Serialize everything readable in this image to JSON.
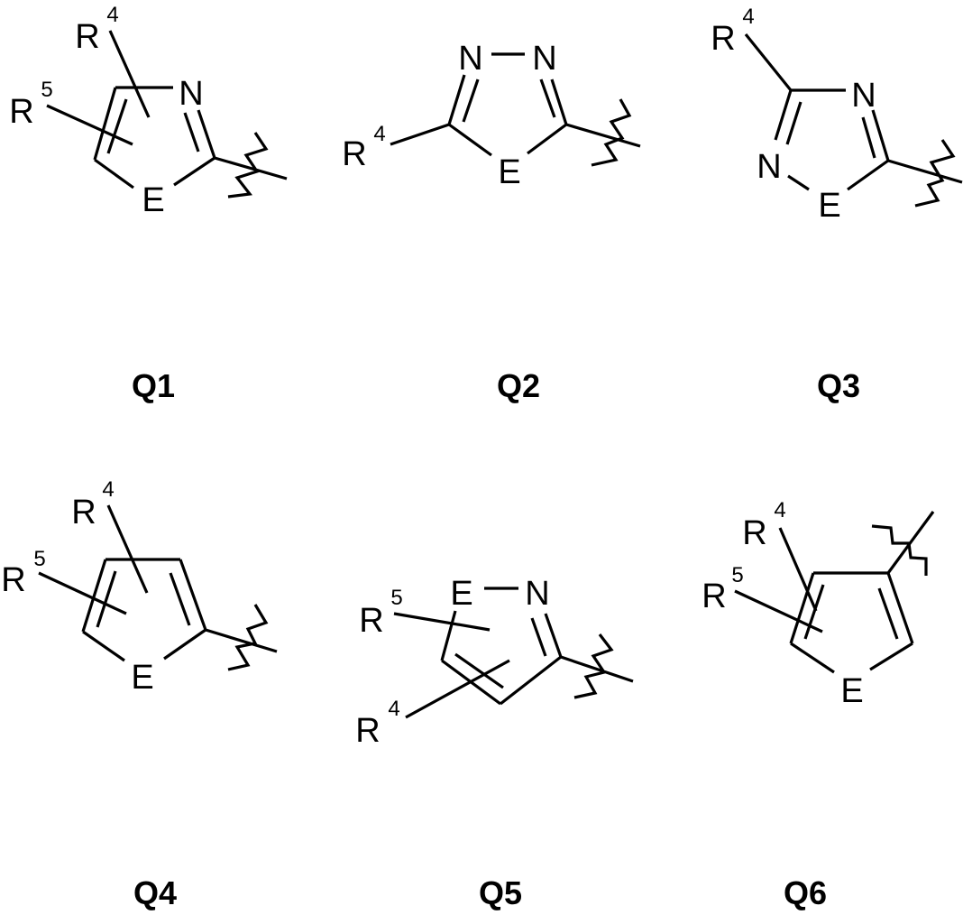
{
  "structures": [
    {
      "label": "Q1",
      "atoms": {
        "n": "N",
        "e": "E",
        "r4": "R",
        "r4_sup": "4",
        "r5": "R",
        "r5_sup": "5"
      }
    },
    {
      "label": "Q2",
      "atoms": {
        "n1": "N",
        "n2": "N",
        "e": "E",
        "r4": "R",
        "r4_sup": "4"
      }
    },
    {
      "label": "Q3",
      "atoms": {
        "n1": "N",
        "n2": "N",
        "e": "E",
        "r4": "R",
        "r4_sup": "4"
      }
    },
    {
      "label": "Q4",
      "atoms": {
        "e": "E",
        "r4": "R",
        "r4_sup": "4",
        "r5": "R",
        "r5_sup": "5"
      }
    },
    {
      "label": "Q5",
      "atoms": {
        "e": "E",
        "n": "N",
        "r4": "R",
        "r4_sup": "4",
        "r5": "R",
        "r5_sup": "5"
      }
    },
    {
      "label": "Q6",
      "atoms": {
        "e": "E",
        "r4": "R",
        "r4_sup": "4",
        "r5": "R",
        "r5_sup": "5"
      }
    }
  ],
  "colors": {
    "ink": "#000000",
    "background": "#ffffff"
  }
}
